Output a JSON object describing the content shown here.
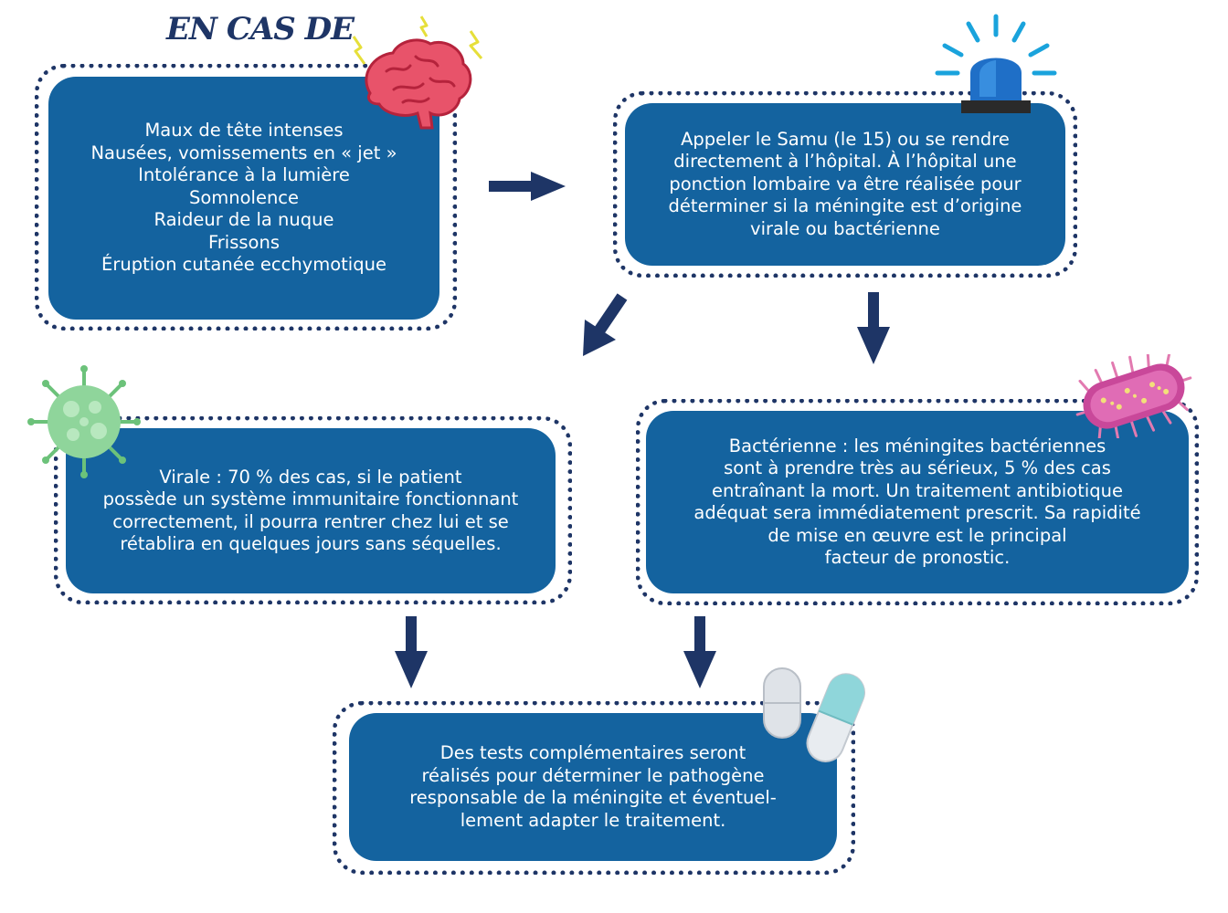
{
  "title": "EN CAS DE",
  "colors": {
    "box_fill": "#14639f",
    "border_dots": "#1e3566",
    "arrow": "#1e3566",
    "text": "#ffffff",
    "title": "#1e3566"
  },
  "boxes": {
    "symptoms": {
      "lines": [
        "Maux de tête intenses",
        "Nausées, vomissements en « jet »",
        "Intolérance à la lumière",
        "Somnolence",
        "Raideur de la nuque",
        "Frissons",
        "Éruption cutanée ecchymotique"
      ]
    },
    "call": {
      "lines": [
        "Appeler le Samu (le 15) ou se rendre",
        "directement à l’hôpital. À l’hôpital une",
        "ponction lombaire va être réalisée pour",
        "déterminer si la méningite est d’origine",
        "virale ou bactérienne"
      ]
    },
    "viral": {
      "lines": [
        "Virale : 70 % des cas, si le patient",
        "possède un système immunitaire fonctionnant",
        "correctement, il pourra rentrer chez lui et se",
        "rétablira en quelques jours sans séquelles."
      ]
    },
    "bacterial": {
      "lines": [
        "Bactérienne : les méningites bactériennes",
        "sont à prendre très au sérieux, 5 % des cas",
        "entraînant la mort. Un traitement antibiotique",
        "adéquat sera immédiatement prescrit. Sa rapidité",
        "de mise en œuvre est le principal",
        "facteur de pronostic."
      ]
    },
    "tests": {
      "lines": [
        "Des tests complémentaires seront",
        "réalisés pour déterminer le pathogène",
        "responsable de la méningite et éventuel-",
        "lement adapter le traitement."
      ]
    }
  },
  "icons": [
    "brain-icon",
    "siren-icon",
    "virus-icon",
    "bacterium-icon",
    "pills-icon"
  ]
}
